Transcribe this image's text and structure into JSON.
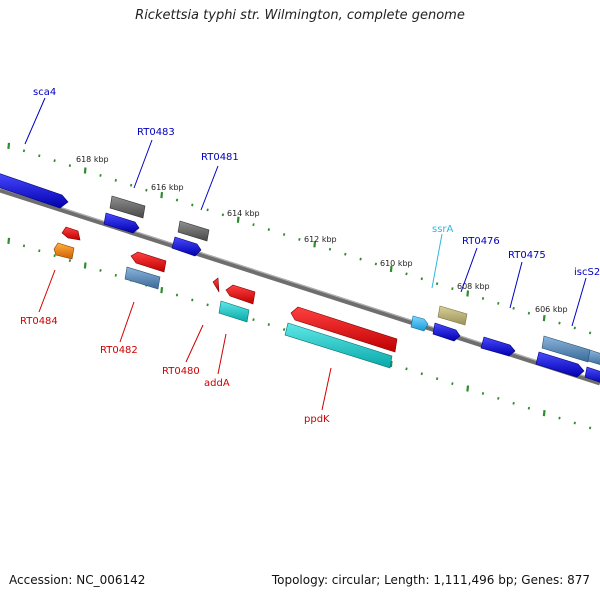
{
  "title": "Rickettsia typhi str. Wilmington, complete genome",
  "accession": "Accession: NC_006142",
  "topology": "Topology: circular; Length: 1,111,496 bp; Genes: 877",
  "colors": {
    "backbone": "#7a7a7a",
    "tick": "#2e8b2e",
    "gene_blue": "#0a0ad0",
    "gene_red": "#dd0000",
    "gene_cyan": "#10c4c4",
    "gene_gray": "#606060",
    "gene_steel": "#4a7fb0",
    "gene_orange": "#f08000",
    "gene_khaki": "#b8b070",
    "gene_sky": "#3ab8f0",
    "label_blue": "#0000c0",
    "label_red": "#d00000",
    "label_cyan": "#30b8e0"
  },
  "kbp_labels": [
    "618 kbp",
    "616 kbp",
    "614 kbp",
    "612 kbp",
    "610 kbp",
    "608 kbp",
    "606 kbp"
  ],
  "genes": {
    "sca4": "sca4",
    "RT0483": "RT0483",
    "RT0481": "RT0481",
    "ssrA": "ssrA",
    "RT0476": "RT0476",
    "RT0475": "RT0475",
    "iscS2": "iscS2",
    "RT0484": "RT0484",
    "RT0482": "RT0482",
    "RT0480": "RT0480",
    "addA": "addA",
    "ppdK": "ppdK"
  }
}
